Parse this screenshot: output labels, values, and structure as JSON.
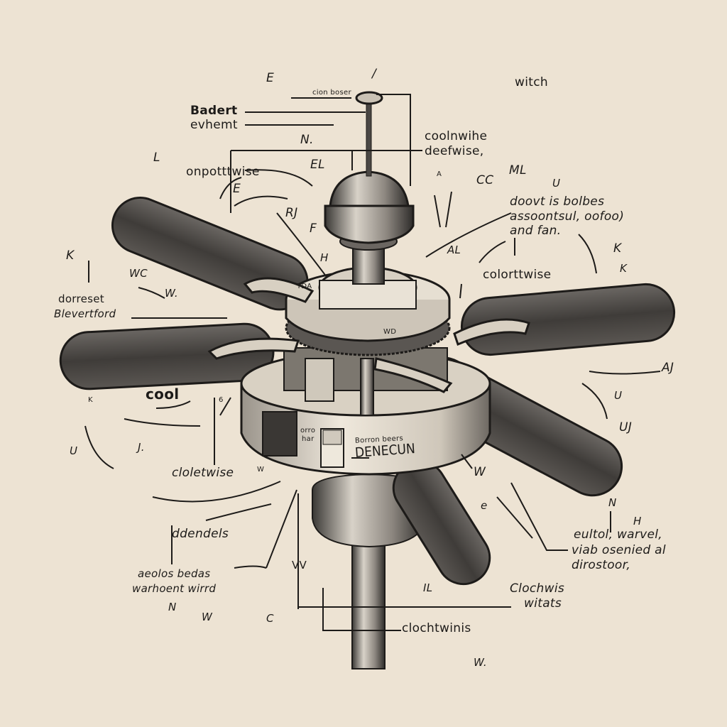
{
  "colors": {
    "paper": "#ede3d3",
    "ink": "#1d1b19",
    "blade": "#4a4744",
    "metal": "#8a8580"
  },
  "labels": {
    "e_top": "E",
    "slash_top": "/",
    "cion_boser": "cion boser",
    "switch": "witch",
    "badert": "Badert",
    "evhemt": "evhemt",
    "n_top": "N.",
    "coolnwihe": "coolnwihe",
    "deefwise": "deefwise,",
    "l_left": "L",
    "onpotttwise": "onpotttwise",
    "el": "EL",
    "e_mid": "E",
    "a_small": "A",
    "cc": "CC",
    "ml": "ML",
    "u_top": "U",
    "doovt_1": "doovt is bolbes",
    "doovt_2": "assoontsul, oofoo)",
    "doovt_3": "and fan.",
    "rj": "RJ",
    "f": "F",
    "al": "AL",
    "h_mid": "H",
    "k_right1": "K",
    "k_left": "K",
    "colorttwise": "colorttwise",
    "k_right2": "K",
    "wc": "WC",
    "w_dot": "W.",
    "dorreset": "dorreset",
    "blevertford": "Blevertford",
    "cool": "cool",
    "k_low": "K",
    "six": "6",
    "u_left": "U",
    "j_dot": "J.",
    "aj": "AJ",
    "u_right": "U",
    "uj": "UJ",
    "cloletwise": "cloletwise",
    "w_left_body": "W",
    "w_right_body": "W",
    "e_small": "e",
    "n_right": "N",
    "h_right": "H",
    "ddendels": "ddendels",
    "eultol_1": "eultol, warvel,",
    "eultol_2": "viab osenied al",
    "eultol_3": "dirostoor,",
    "aeolos_1": "aeolos bedas",
    "aeolos_2": "warhoent wirrd",
    "vv": "VV",
    "il": "IL",
    "clochwis": "Clochwis",
    "witats": "witats",
    "n_bottom": "N",
    "w_bottom": "W",
    "c_bottom": "C",
    "clochtwinis": "clochtwinis",
    "w_dot_bottom": "W."
  },
  "fan_text": {
    "housing_small": "Borron beers",
    "housing_main": "DENECUN",
    "switch_label_1": "orro",
    "switch_label_2": "har",
    "cap_mark": "TDA",
    "ring_mark": "WD"
  }
}
